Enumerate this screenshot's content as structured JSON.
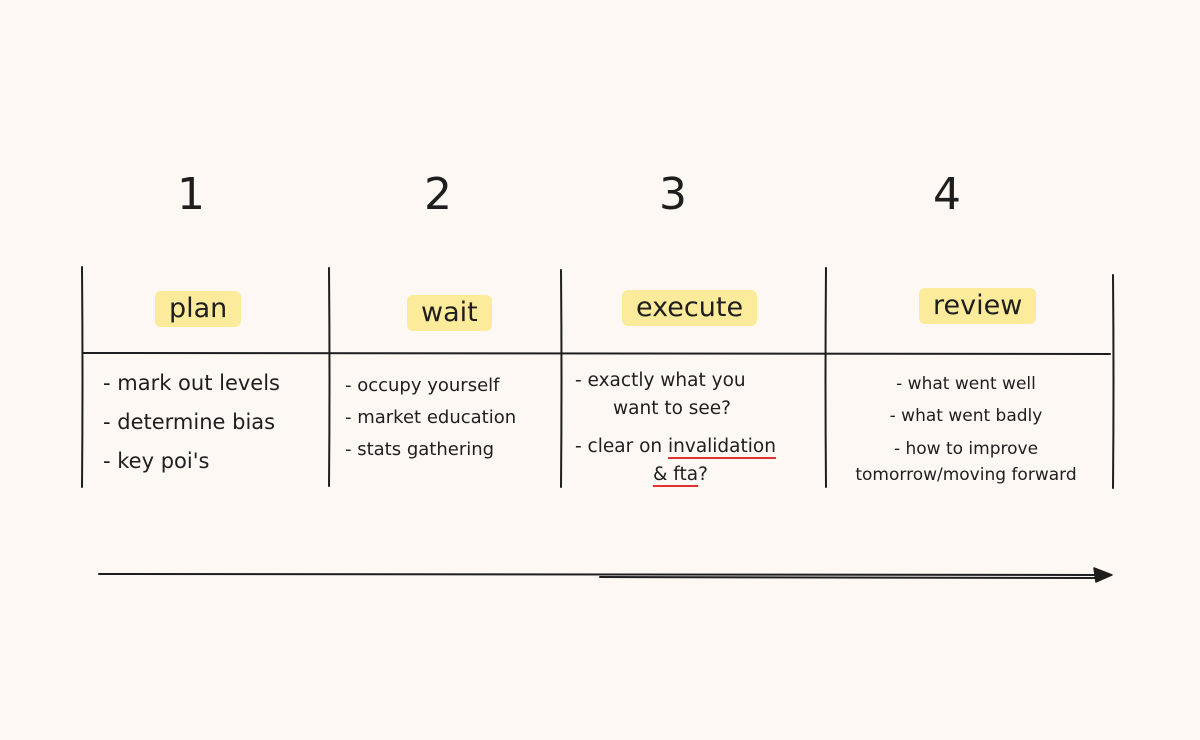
{
  "steps": [
    {
      "number": "1",
      "title": "plan",
      "items": [
        "- mark out levels",
        "- determine bias",
        "- key poi's"
      ]
    },
    {
      "number": "2",
      "title": "wait",
      "items": [
        "- occupy yourself",
        "- market education",
        "- stats gathering"
      ]
    },
    {
      "number": "3",
      "title": "execute",
      "items": [
        {
          "line1": "- exactly what you",
          "line2": "want to see?"
        },
        {
          "prefix": "- clear on ",
          "underlined1": "invalidation",
          "underlined2": "& fta",
          "suffix": "?"
        }
      ]
    },
    {
      "number": "4",
      "title": "review",
      "items": [
        "- what went well",
        "- what went badly",
        "- how to improve",
        "tomorrow/moving forward"
      ]
    }
  ],
  "colors": {
    "background": "#fdf8f3",
    "highlight": "#fbeb9b",
    "ink": "#1e1e1e",
    "underline": "#e03131"
  }
}
